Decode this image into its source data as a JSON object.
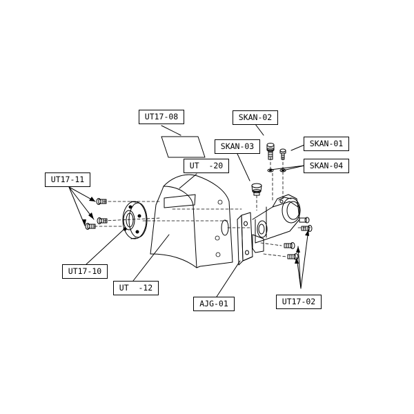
{
  "labels": {
    "ut17_08": "UT17-08",
    "ut_20": "UT  -20",
    "ut17_11": "UT17-11",
    "ut17_10": "UT17-10",
    "ut_12": "UT  -12",
    "ajg_01": "AJG-01",
    "skan_02": "SKAN-02",
    "skan_03": "SKAN-03",
    "skan_01": "SKAN-01",
    "skan_04": "SKAN-04",
    "ut17_02": "UT17-02"
  },
  "colors": {
    "line": "#000000",
    "background": "#ffffff"
  }
}
